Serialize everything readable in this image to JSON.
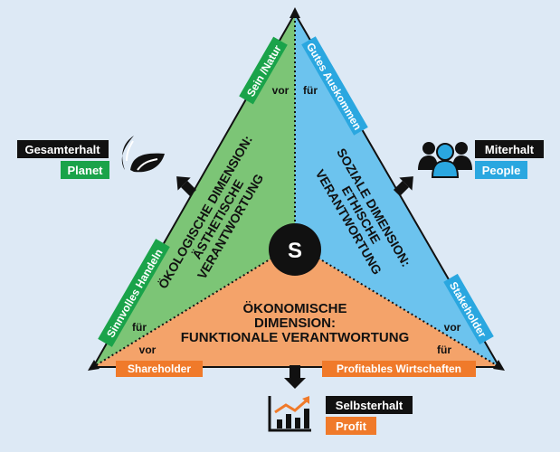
{
  "center_letter": "S",
  "ecological": {
    "title_line1": "ÖKOLOGISCHE DIMENSION:",
    "title_line2": "ÄSTHETISCHE",
    "title_line3": "VERANTWORTUNG",
    "color": "#7cc576"
  },
  "social": {
    "title_line1": "SOZIALE DIMENSION:",
    "title_line2": "ETHISCHE",
    "title_line3": "VERANTWORTUNG",
    "color": "#6cc3ee"
  },
  "economic": {
    "title_line1": "ÖKONOMISCHE",
    "title_line2": "DIMENSION:",
    "title_line3": "FUNKTIONALE VERANTWORTUNG",
    "color": "#f4a36a"
  },
  "edge_labels": {
    "sein_natur": "Sein /Natur",
    "gutes_auskommen": "Gutes Auskommen",
    "sinnvolles_handeln": "Sinnvolles Handeln",
    "stakeholder": "Stakeholder",
    "shareholder": "Shareholder",
    "profitables_wirtschaften": "Profitables Wirtschaften"
  },
  "prepositions": {
    "top_left_vor": "vor",
    "top_right_fuer": "für",
    "left_fuer": "für",
    "left_vor": "vor",
    "right_vor": "vor",
    "right_fuer": "für"
  },
  "corners": {
    "gesamterhalt": "Gesamterhalt",
    "planet": "Planet",
    "miterhalt": "Miterhalt",
    "people": "People",
    "selbsterhalt": "Selbsterhalt",
    "profit": "Profit"
  },
  "icons": {
    "left": "leaf-icon",
    "right": "people-icon",
    "bottom": "growth-chart-icon"
  },
  "colors": {
    "green_label": "#1aa34a",
    "blue_label": "#2aa7e0",
    "orange_label": "#f07a2a",
    "black": "#111111"
  }
}
